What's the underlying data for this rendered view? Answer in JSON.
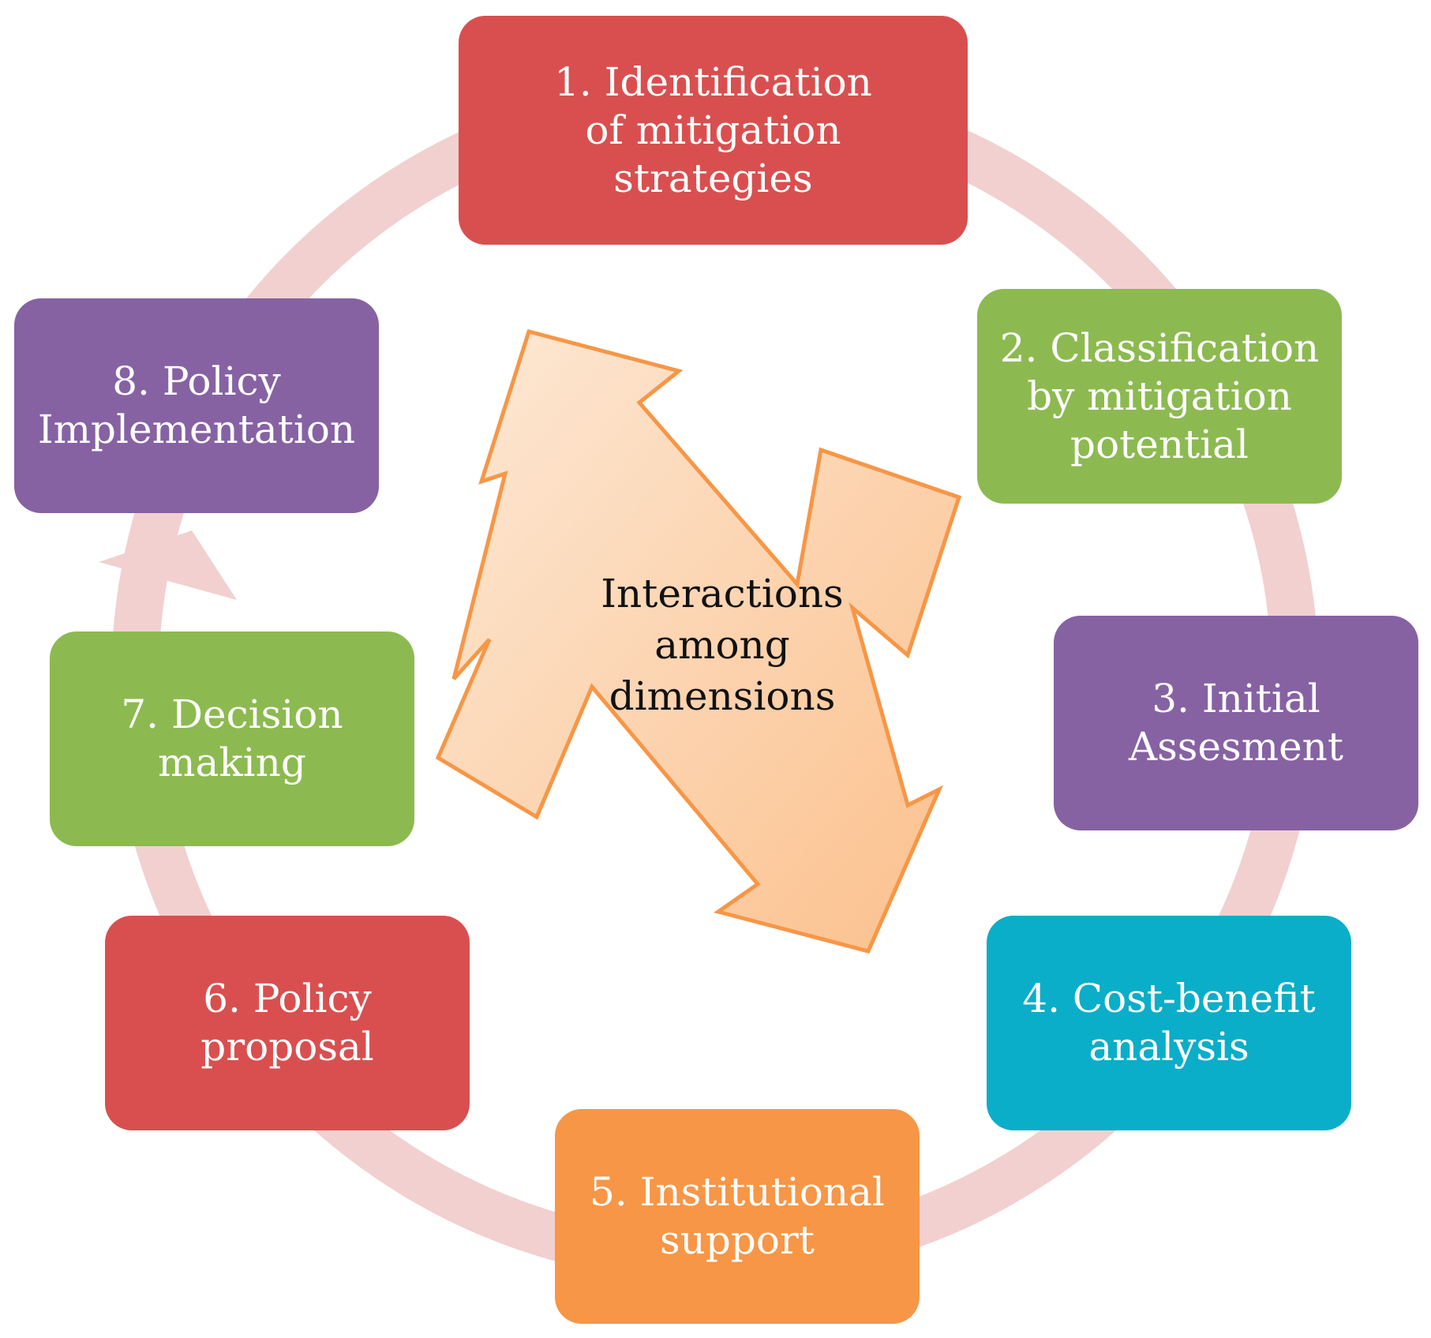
{
  "steps": [
    {
      "lines": [
        "1. Identification",
        "of mitigation",
        "strategies"
      ],
      "color": "#d94f4f"
    },
    {
      "lines": [
        "2. Classification",
        "by mitigation",
        "potential"
      ],
      "color": "#8cba50"
    },
    {
      "lines": [
        "3. Initial",
        "Assesment"
      ],
      "color": "#8662a3"
    },
    {
      "lines": [
        "4. Cost-benefit",
        "analysis"
      ],
      "color": "#0aaec8"
    },
    {
      "lines": [
        "5. Institutional",
        "support"
      ],
      "color": "#f79646"
    },
    {
      "lines": [
        "6. Policy",
        "proposal"
      ],
      "color": "#d94f4f"
    },
    {
      "lines": [
        "7. Decision",
        "making"
      ],
      "color": "#8cba50"
    },
    {
      "lines": [
        "8. Policy",
        "Implementation"
      ],
      "color": "#8662a3"
    }
  ],
  "center": {
    "lines": [
      "Interactions",
      "among",
      "dimensions"
    ]
  },
  "colors": {
    "cycle": "#f2d0d0",
    "star_fill": "#fcd0a6",
    "star_stroke": "#f79646"
  }
}
